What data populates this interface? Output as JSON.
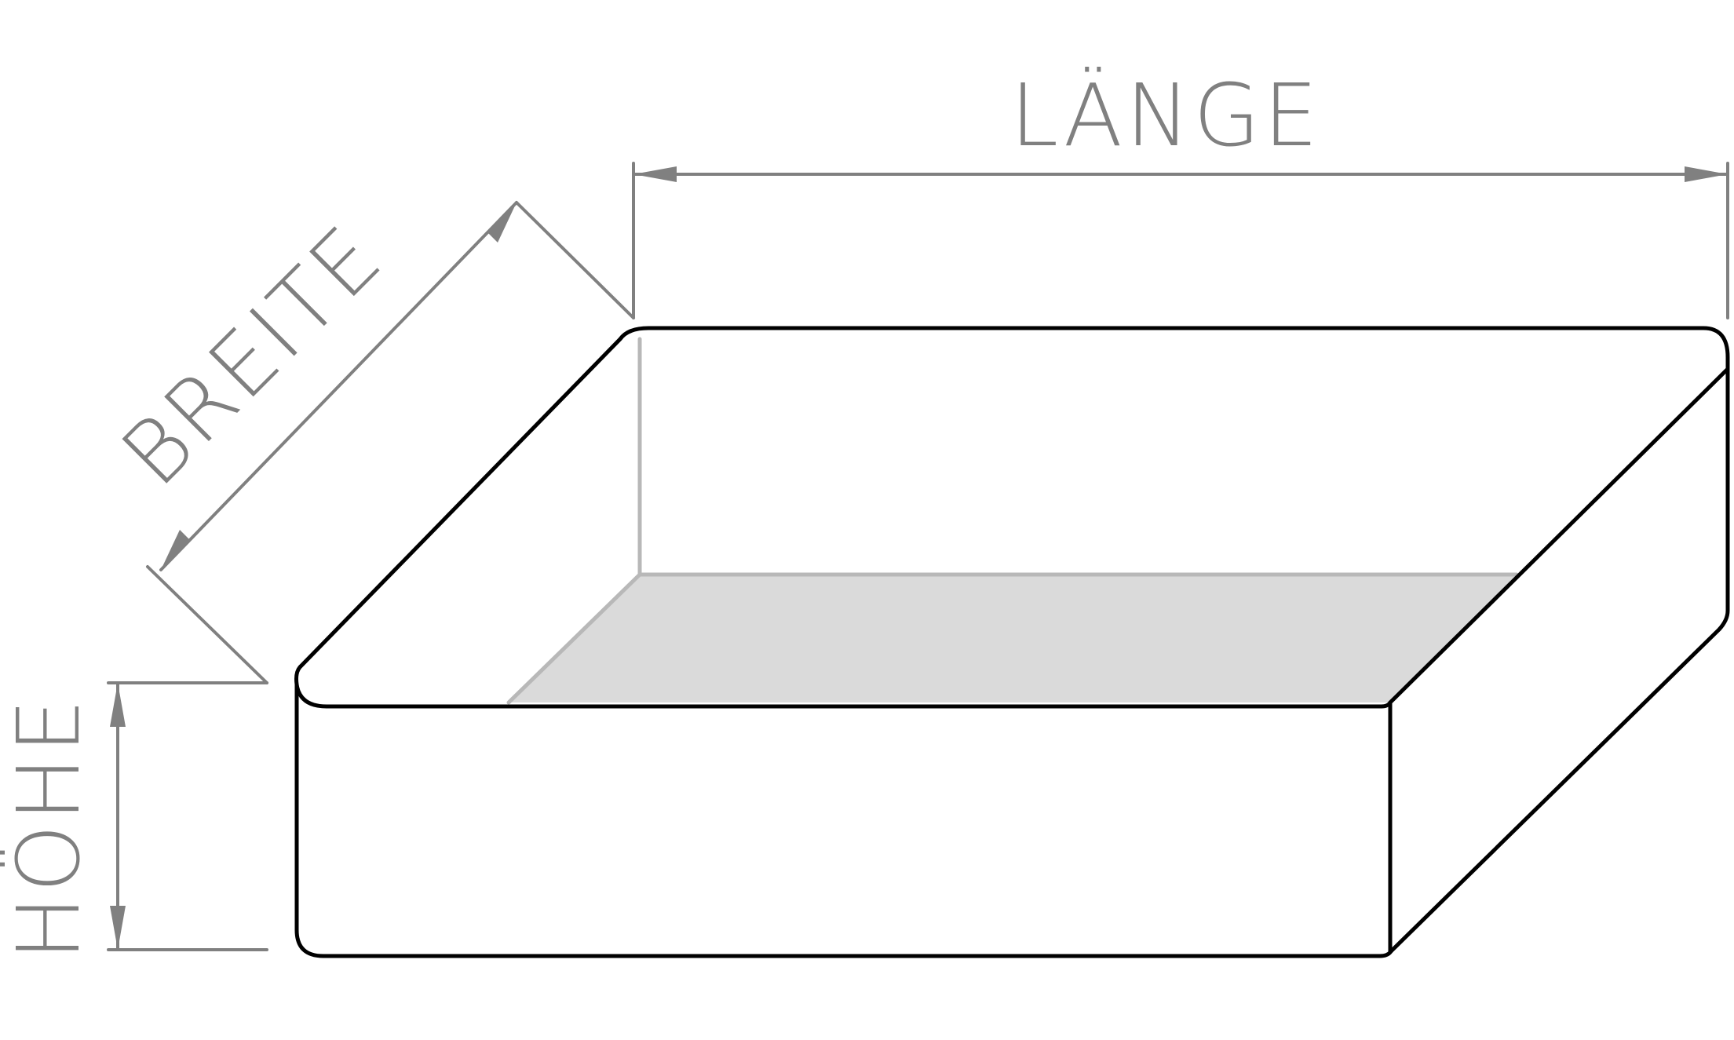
{
  "labels": {
    "length": "LÄNGE",
    "width": "BREITE",
    "height": "HÖHE"
  },
  "colors": {
    "outline": "#000000",
    "hidden_edge": "#b8b8b8",
    "floor_fill": "#dadada",
    "dimension": "#808080",
    "background": "#ffffff"
  }
}
